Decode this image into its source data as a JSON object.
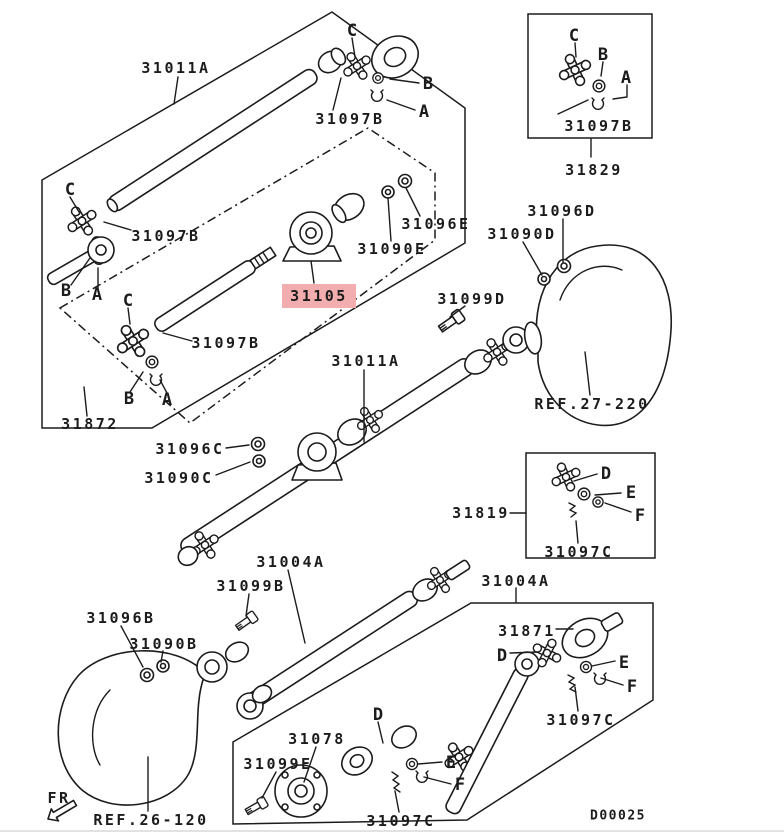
{
  "colors": {
    "highlight": "#f2aeae",
    "line": "#1c1c1c",
    "background": "#ffffff",
    "bottom_rule": "#d9d9d9"
  },
  "labels": {
    "front_shaft": "31011A",
    "c1": "C",
    "b1": "B",
    "a1": "A",
    "kit1": "31097B",
    "c2": "C",
    "b2": "B",
    "a2": "A",
    "kit2": "31097B",
    "c3": "C",
    "b3": "B",
    "a3": "A",
    "kit3": "31097B",
    "stub_shaft": "31872",
    "center_bearing": "31105",
    "nut_e": "31096E",
    "washer_e": "31090E",
    "box29_c": "C",
    "box29_b": "B",
    "box29_a": "A",
    "box29_kit": "31097B",
    "box29": "31829",
    "nut_d": "31096D",
    "washer_d": "31090D",
    "bolt_d": "31099D",
    "ref27": "REF.27-220",
    "main_shaft": "31011A",
    "nut_c": "31096C",
    "washer_c": "31090C",
    "box19": "31819",
    "box19_d": "D",
    "box19_e": "E",
    "box19_f": "F",
    "box19_kit": "31097C",
    "rear_shaft": "31004A",
    "bolt_b": "31099B",
    "nut_b": "31096B",
    "washer_b": "31090B",
    "ref26": "REF.26-120",
    "fr": "FR",
    "flange": "31078",
    "bolt_e2": "31099E",
    "bm_d": "D",
    "bm_e": "E",
    "bm_f": "F",
    "bm_kit": "31097C",
    "alt_shaft": "31004A",
    "yoke": "31871",
    "br_d": "D",
    "br_e": "E",
    "br_f": "F",
    "br_kit": "31097C",
    "code": "D00025"
  }
}
